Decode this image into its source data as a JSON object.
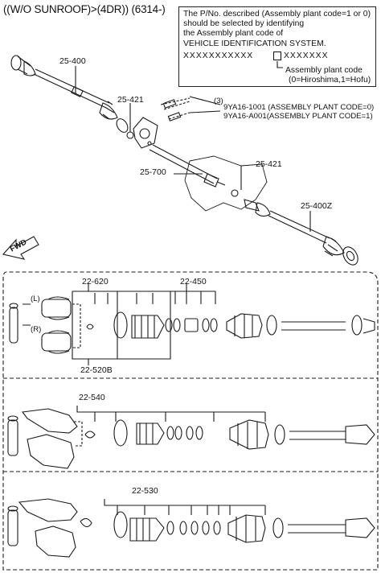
{
  "title": "((W/O SUNROOF)>(4DR)) (6314-)",
  "note": {
    "line1": "The P/No. described (Assembly plant code=1 or 0)",
    "line2": "should be selected by identifying",
    "line3": "the Assembly plant code of",
    "line4": "VEHICLE IDENTIFICATION SYSTEM.",
    "vin_left": "XXXXXXXXXXX",
    "vin_right": "XXXXXXX",
    "code_label": "Assembly plant code",
    "code_values": "(0=Hiroshima,1=Hofu)"
  },
  "labels": {
    "p25_400": "25-400",
    "p25_421_a": "25-421",
    "p25_421_b": "25-421",
    "p25_700": "25-700",
    "p25_400z": "25-400Z",
    "qty": "(3)",
    "plant0": "9YA16-1001 (ASSEMBLY PLANT CODE=0)",
    "plant1": "9YA16-A001(ASSEMBLY PLANT CODE=1)",
    "fwd": "FWD",
    "p22_620": "22-620",
    "p22_450": "22-450",
    "p22_520b": "22-520B",
    "p22_540": "22-540",
    "p22_530": "22-530",
    "left": "(L)",
    "right": "(R)"
  }
}
